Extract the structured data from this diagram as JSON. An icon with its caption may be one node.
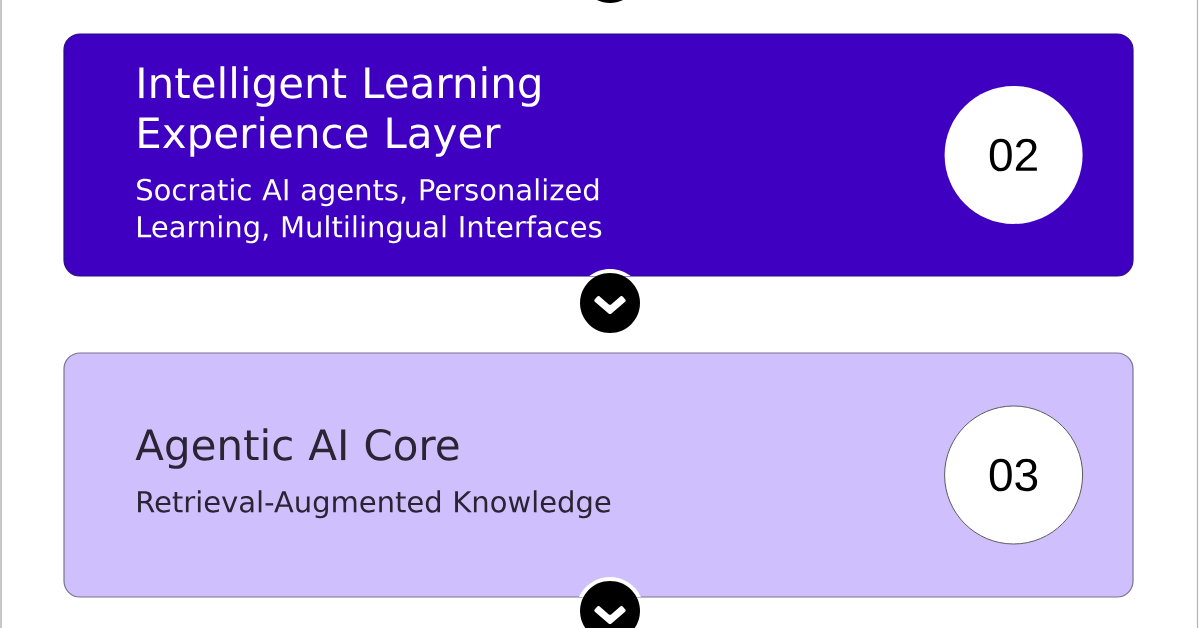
{
  "diagram": {
    "nodes": [
      {
        "text": [
          "Intelligent Learning Experience Layer",
          "Socratic AI agents, Personalized Learning, Multilingual Interfaces"
        ]
      },
      {
        "text": [
          "02"
        ],
        "in": 0
      },
      {
        "text": [
          "Agentic AI Core",
          "Retrieval-Augmented Knowledge"
        ]
      },
      {
        "text": [
          "03"
        ],
        "in": 2
      }
    ],
    "edges": [
      {
        "from": null,
        "to": 0,
        "arrow": "none"
      },
      {
        "from": 0,
        "to": 2,
        "arrow": "to"
      },
      {
        "from": 2,
        "to": null,
        "arrow": "to"
      }
    ]
  }
}
